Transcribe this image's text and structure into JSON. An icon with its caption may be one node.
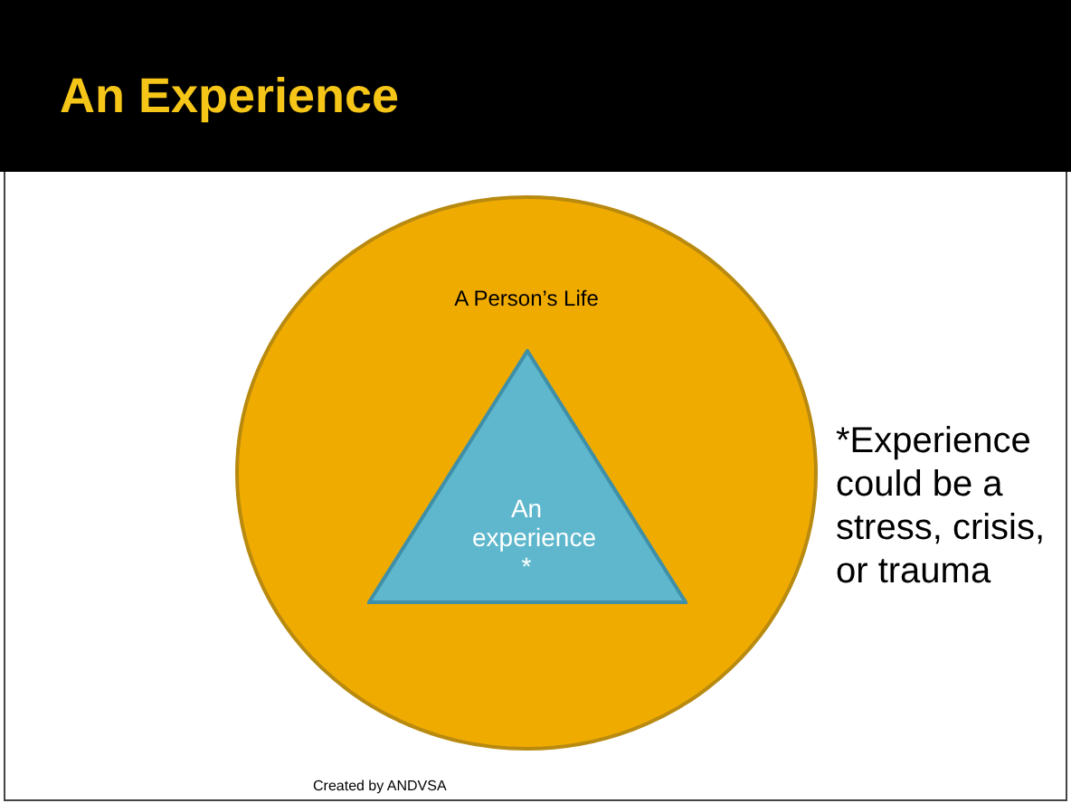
{
  "diagram": {
    "title": "An Experience",
    "nodes": [
      {
        "text": [
          "A Person’s Life"
        ]
      },
      {
        "text": [
          "An experience *"
        ],
        "in": 0
      }
    ],
    "labels": [
      "*Experience could be a stress, crisis, or trauma",
      "Created by ANDVSA"
    ]
  }
}
